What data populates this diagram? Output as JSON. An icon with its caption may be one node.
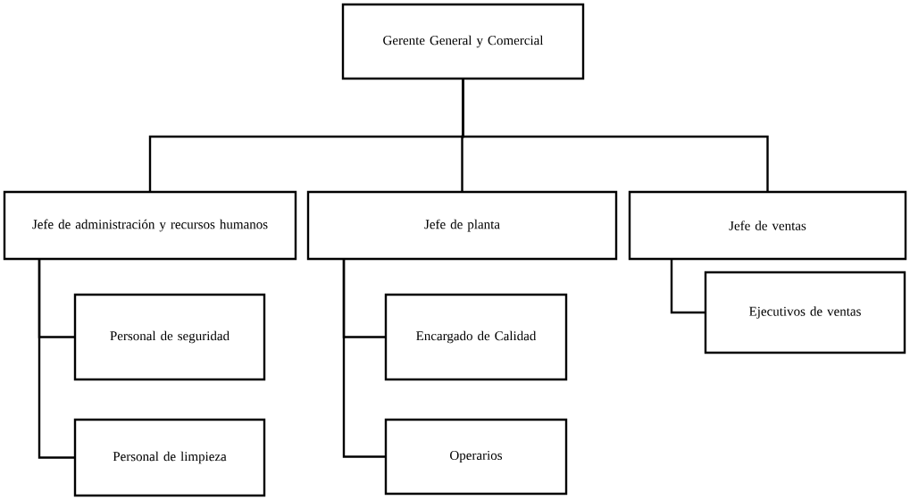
{
  "diagram": {
    "nodes": [
      {
        "text": [
          "Gerente General y Comercial"
        ]
      },
      {
        "text": [
          "Jefe de administración y recursos humanos"
        ]
      },
      {
        "text": [
          "Jefe de planta"
        ]
      },
      {
        "text": [
          "Jefe de ventas"
        ]
      },
      {
        "text": [
          "Personal de seguridad"
        ]
      },
      {
        "text": [
          "Personal de limpieza"
        ]
      },
      {
        "text": [
          "Encargado de Calidad"
        ]
      },
      {
        "text": [
          "Operarios"
        ]
      },
      {
        "text": [
          "Ejecutivos de ventas"
        ]
      }
    ],
    "edges": [
      {
        "from": 0,
        "to": 1,
        "arrow": "none"
      },
      {
        "from": 0,
        "to": 2,
        "arrow": "none"
      },
      {
        "from": 0,
        "to": 3,
        "arrow": "none"
      },
      {
        "from": 1,
        "to": 4,
        "arrow": "none"
      },
      {
        "from": 1,
        "to": 5,
        "arrow": "none"
      },
      {
        "from": 2,
        "to": 6,
        "arrow": "none"
      },
      {
        "from": 2,
        "to": 7,
        "arrow": "none"
      },
      {
        "from": 3,
        "to": 8,
        "arrow": "none"
      }
    ]
  }
}
